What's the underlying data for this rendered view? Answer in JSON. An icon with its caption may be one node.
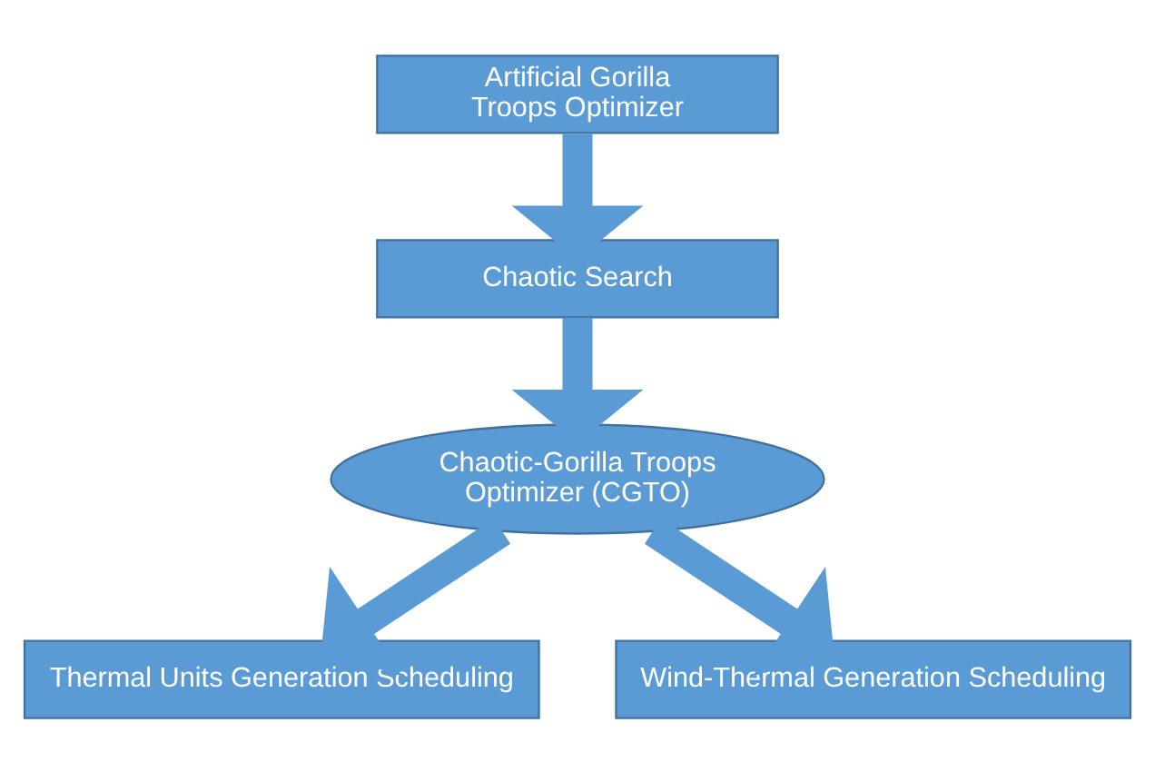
{
  "diagram": {
    "nodes": [
      {
        "text": [
          "Artificial Gorilla Troops Optimizer"
        ]
      },
      {
        "text": [
          "Chaotic Search"
        ]
      },
      {
        "text": [
          "Chaotic-Gorilla Troops Optimizer (CGTO)"
        ]
      },
      {
        "text": [
          "Thermal Units Generation Scheduling"
        ]
      },
      {
        "text": [
          "Wind-Thermal Generation Scheduling"
        ]
      }
    ],
    "edges": [
      {
        "from": 0,
        "to": 1,
        "arrow": "to"
      },
      {
        "from": 1,
        "to": 2,
        "arrow": "to"
      },
      {
        "from": 2,
        "to": 3,
        "arrow": "to"
      },
      {
        "from": 2,
        "to": 4,
        "arrow": "to"
      }
    ]
  }
}
